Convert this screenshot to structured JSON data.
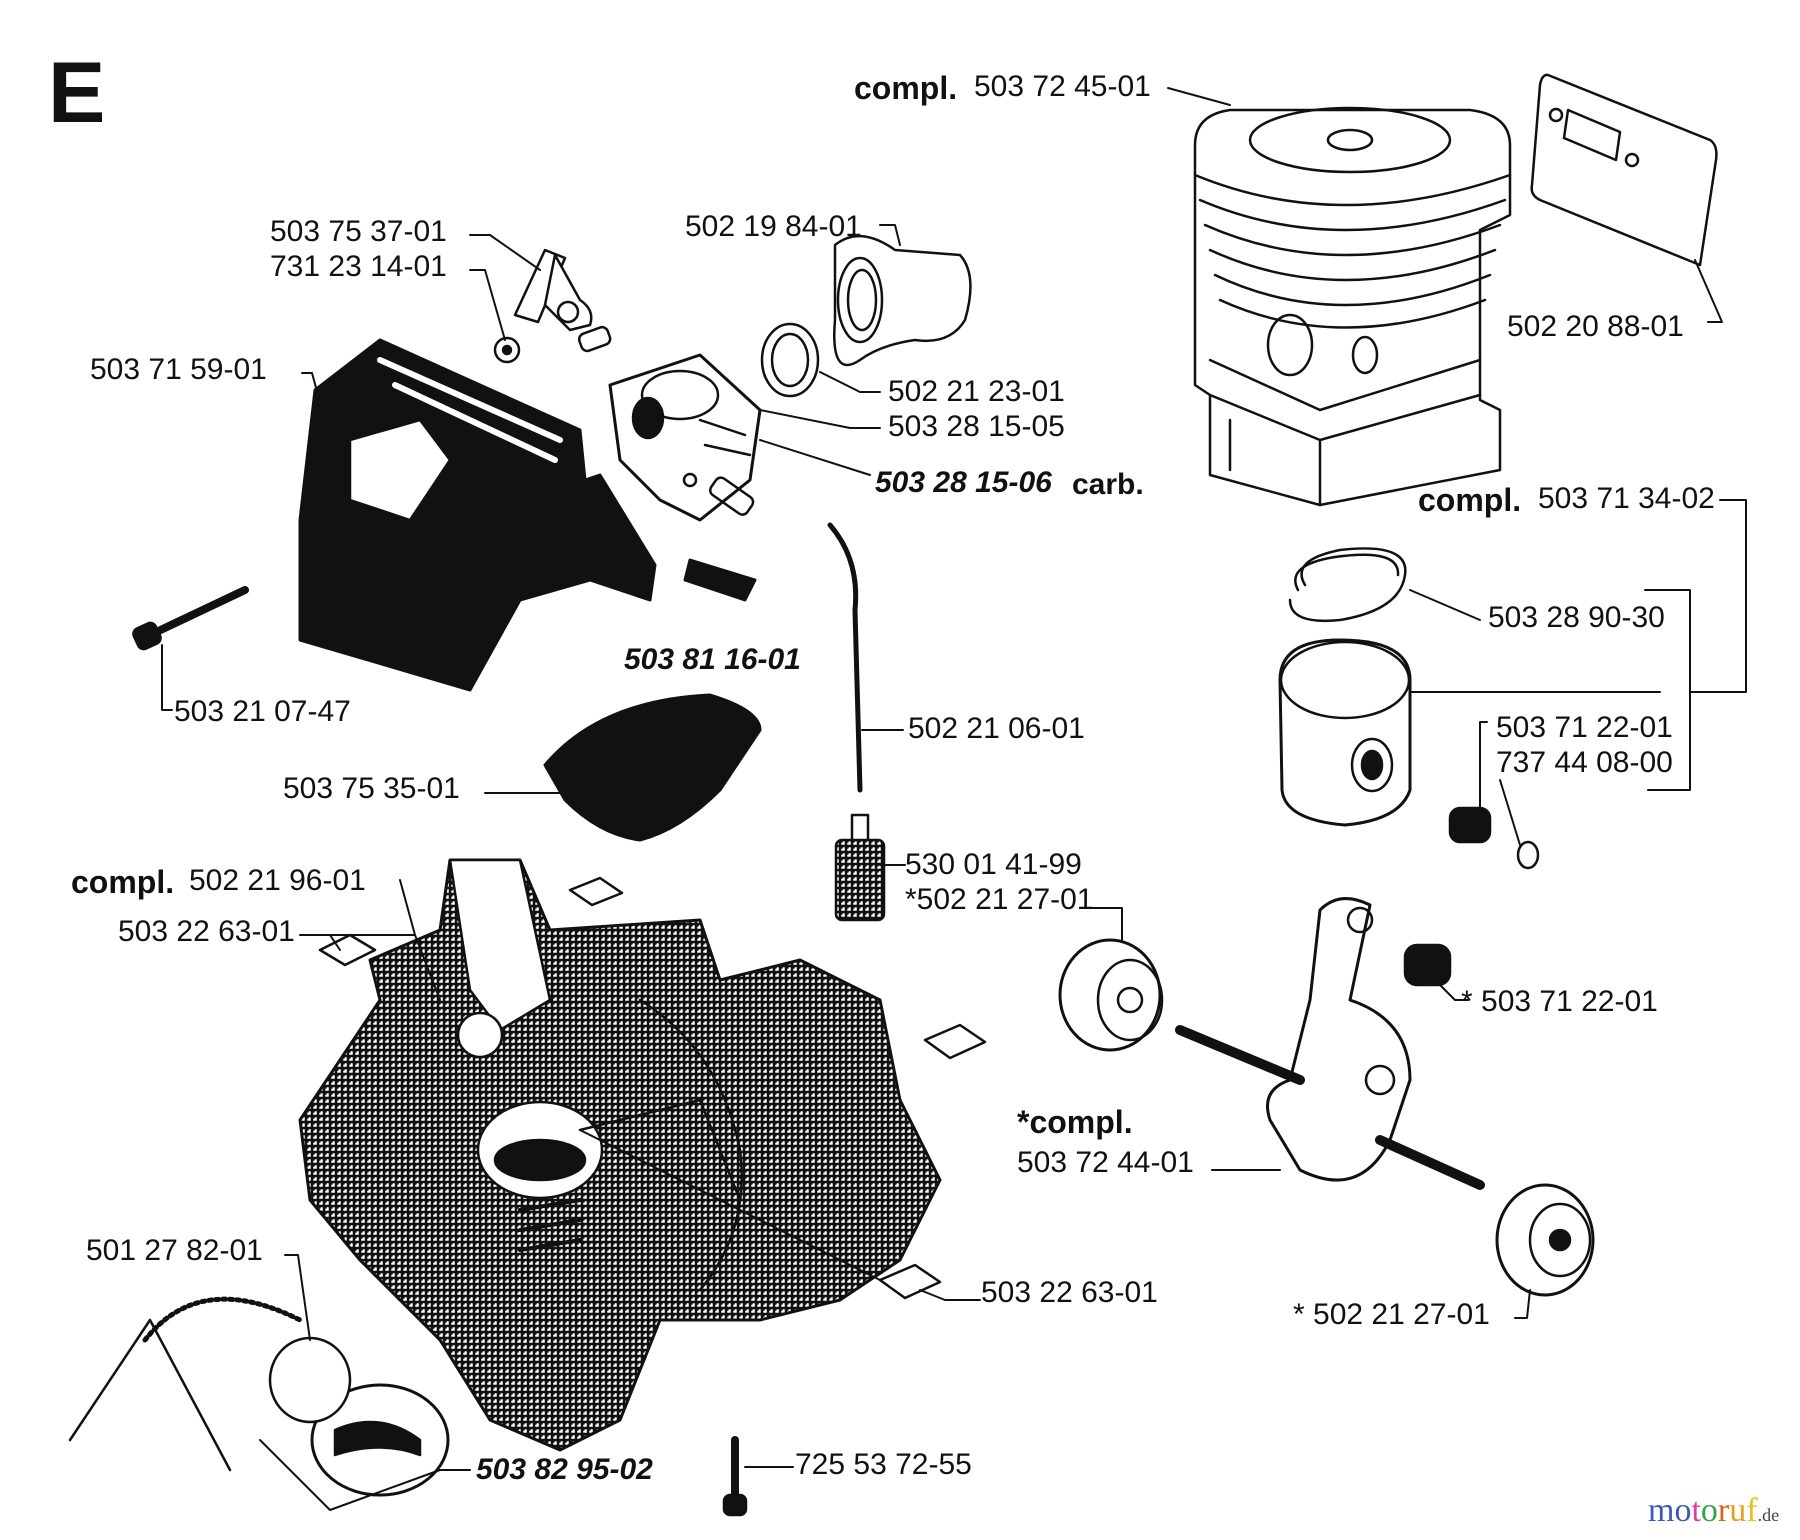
{
  "section_letter": "E",
  "labels": {
    "cylinder_compl_prefix": "compl.",
    "cylinder_compl": "503 72 45-01",
    "gasket_cylinder": "502 20 88-01",
    "piston_compl_prefix": "compl.",
    "piston_compl": "503 71 34-02",
    "piston_ring": "503 28 90-30",
    "needle_bearing_a": "503 71 22-01",
    "circlip": "737 44 08-00",
    "choke_lever": "503 75 37-01",
    "nut": "731 23 14-01",
    "intake_manifold": "502 19 84-01",
    "air_filter_holder": "503 71 59-01",
    "insulator": "502 21 23-01",
    "carb_gasket": "503 28 15-05",
    "carb": "503 28 15-06",
    "carb_suffix": "carb.",
    "air_filter": "503 81 16-01",
    "screw_filter": "503 21 07-47",
    "fuel_hose": "502 21 06-01",
    "cover_lower": "503 75 35-01",
    "fuel_filter": "530 01 41-99",
    "bearing_star_a": "*502 21 27-01",
    "crankcase_compl_prefix": "compl.",
    "crankcase_compl": "502 21 96-01",
    "clip_a": "503 22 63-01",
    "needle_bearing_star": "* 503 71 22-01",
    "crankshaft_compl_prefix": "*compl.",
    "crankshaft_compl": "503 72 44-01",
    "fuel_cap": "501 27 82-01",
    "clip_b": "503 22 63-01",
    "bearing_star_b": "* 502 21 27-01",
    "cap_assembly": "503 82 95-02",
    "screw_bottom": "725 53 72-55"
  },
  "watermark": {
    "letters": [
      "m",
      "o",
      "t",
      "o",
      "r",
      "u",
      "f"
    ],
    "colors": [
      "#3b5bb5",
      "#3b5bb5",
      "#e0409a",
      "#3aa048",
      "#e0621e",
      "#e8a020",
      "#e8c020"
    ],
    "suffix": ".de"
  }
}
